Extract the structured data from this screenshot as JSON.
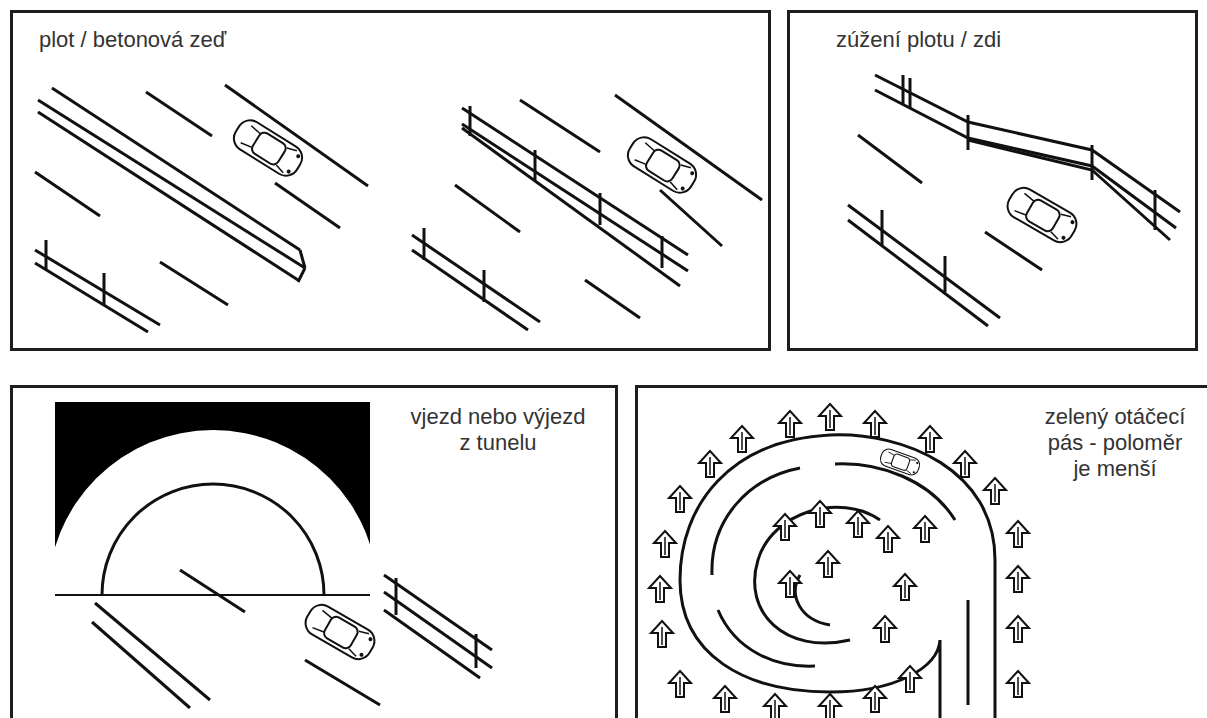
{
  "diagram": {
    "nodes": [
      {
        "text": [
          "plot / betonová zeď"
        ]
      },
      {
        "text": [
          "zúžení plotu / zdi"
        ]
      },
      {
        "text": [
          "vjezd nebo výjezd z tunelu"
        ]
      },
      {
        "text": [
          "zelený otáčecí pás - poloměr je menší"
        ]
      }
    ]
  }
}
